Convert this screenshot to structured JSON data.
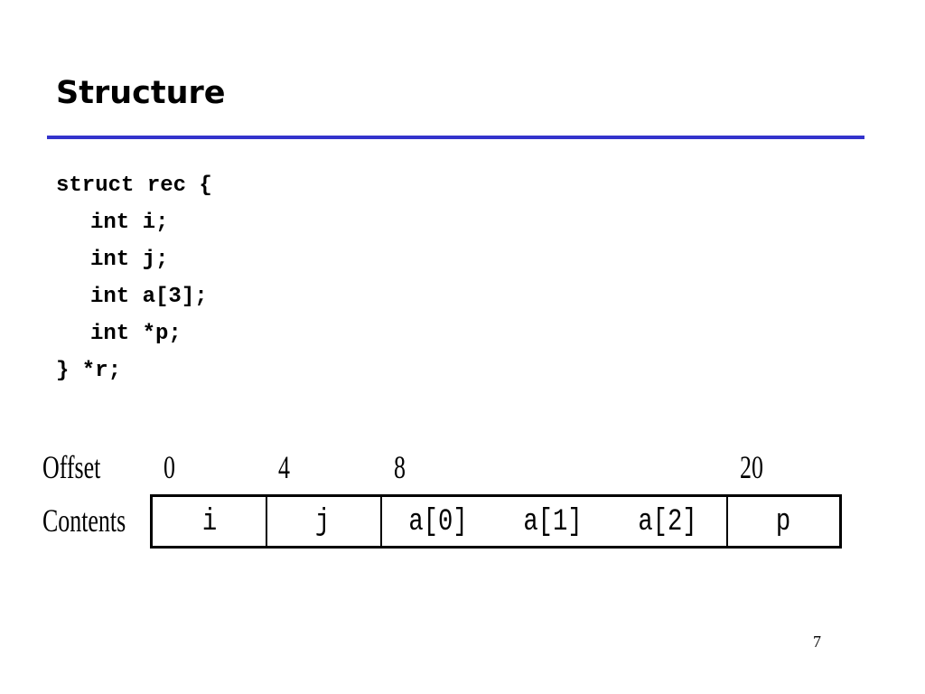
{
  "slide": {
    "title": "Structure",
    "page_number": "7"
  },
  "code": {
    "lines": [
      "struct rec {",
      "int i;",
      "int j;",
      "int a[3];",
      "int *p;",
      "} *r;"
    ]
  },
  "diagram": {
    "offset_label": "Offset",
    "contents_label": "Contents",
    "offsets": [
      "0",
      "4",
      "8",
      "20"
    ],
    "cells": [
      "i",
      "j",
      "a[0]",
      "a[1]",
      "a[2]",
      "p"
    ]
  },
  "colors": {
    "title_rule": "#3333cc"
  }
}
